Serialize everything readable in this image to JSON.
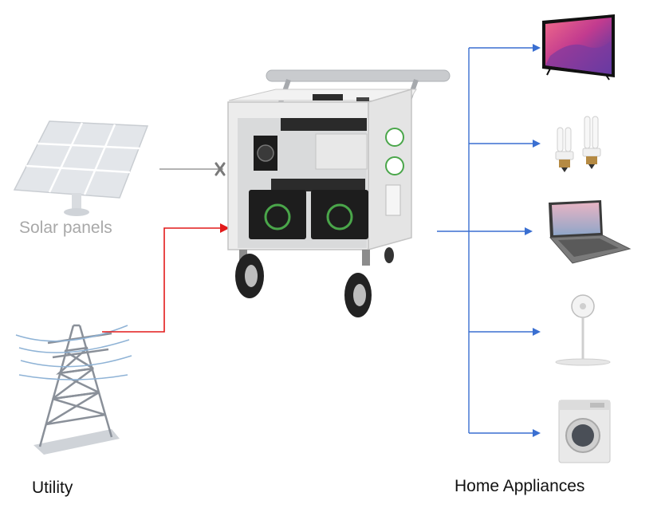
{
  "labels": {
    "solar_panels": "Solar panels",
    "utility": "Utility",
    "home_appliances": "Home Appliances"
  },
  "colors": {
    "utility_line": "#e21a1a",
    "solar_line": "#9a9a9a",
    "appliance_line": "#3a6fd1",
    "cabinet": "#ececec",
    "battery": "#1d1d1d",
    "logo_green": "#4aa64a"
  },
  "nodes": {
    "sources": [
      "solar-panels",
      "utility-tower"
    ],
    "hub": "portable-power-station",
    "appliances": [
      "television",
      "light-bulbs",
      "laptop",
      "standing-fan",
      "washing-machine"
    ]
  },
  "connections": {
    "solar_to_hub": "disconnected",
    "utility_to_hub": "connected"
  }
}
